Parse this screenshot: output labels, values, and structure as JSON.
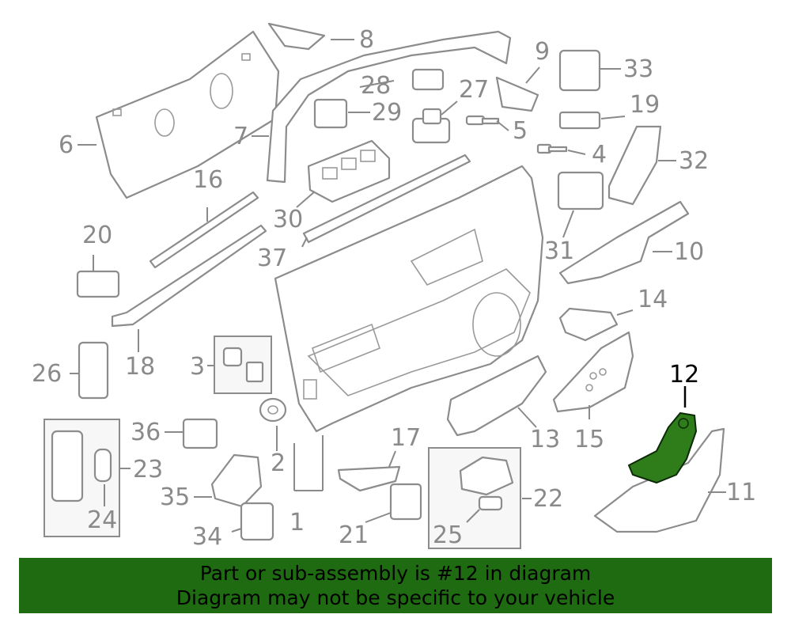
{
  "callouts": [
    {
      "id": "1",
      "text": "1"
    },
    {
      "id": "2",
      "text": "2"
    },
    {
      "id": "3",
      "text": "3"
    },
    {
      "id": "4",
      "text": "4"
    },
    {
      "id": "5",
      "text": "5"
    },
    {
      "id": "6",
      "text": "6"
    },
    {
      "id": "7",
      "text": "7"
    },
    {
      "id": "8",
      "text": "8"
    },
    {
      "id": "9",
      "text": "9"
    },
    {
      "id": "10",
      "text": "10"
    },
    {
      "id": "11",
      "text": "11"
    },
    {
      "id": "12",
      "text": "12"
    },
    {
      "id": "13",
      "text": "13"
    },
    {
      "id": "14",
      "text": "14"
    },
    {
      "id": "15",
      "text": "15"
    },
    {
      "id": "16",
      "text": "16"
    },
    {
      "id": "17",
      "text": "17"
    },
    {
      "id": "18",
      "text": "18"
    },
    {
      "id": "19",
      "text": "19"
    },
    {
      "id": "20",
      "text": "20"
    },
    {
      "id": "21",
      "text": "21"
    },
    {
      "id": "22",
      "text": "22"
    },
    {
      "id": "23",
      "text": "23"
    },
    {
      "id": "24",
      "text": "24"
    },
    {
      "id": "25",
      "text": "25"
    },
    {
      "id": "26",
      "text": "26"
    },
    {
      "id": "27",
      "text": "27"
    },
    {
      "id": "28",
      "text": "28"
    },
    {
      "id": "29",
      "text": "29"
    },
    {
      "id": "30",
      "text": "30"
    },
    {
      "id": "31",
      "text": "31"
    },
    {
      "id": "32",
      "text": "32"
    },
    {
      "id": "33",
      "text": "33"
    },
    {
      "id": "34",
      "text": "34"
    },
    {
      "id": "35",
      "text": "35"
    },
    {
      "id": "36",
      "text": "36"
    },
    {
      "id": "37",
      "text": "37"
    }
  ],
  "highlighted_part": "12",
  "colors": {
    "highlight": "#2f7d1a",
    "banner": "#1f6b12",
    "line": "#8c8c8c"
  },
  "banner": {
    "line1": "Part or sub-assembly is #12 in diagram",
    "line2": "Diagram may not be specific to your vehicle"
  }
}
